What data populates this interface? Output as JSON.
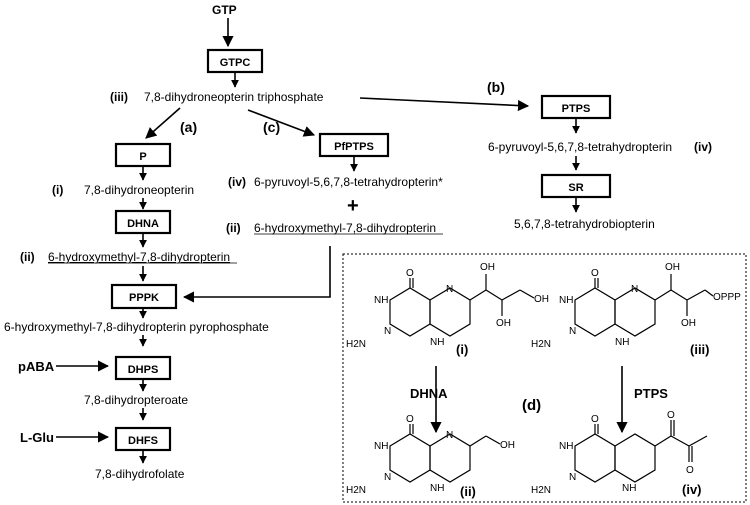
{
  "pathway": {
    "gtp": "GTP",
    "gtpc": "GTPC",
    "iii_roman": "(iii)",
    "iii_name": "7,8-dihydroneopterin triphosphate",
    "a_label": "(a)",
    "b_label": "(b)",
    "c_label": "(c)",
    "p_box": "P",
    "i_roman": "(i)",
    "i_name": "7,8-dihydroneopterin",
    "dhna_box": "DHNA",
    "ii_roman": "(ii)",
    "ii_name": "6-hydroxymethyl-7,8-dihydropterin",
    "pppk_box": "PPPK",
    "pppk_product": "6-hydroxymethyl-7,8-dihydropterin pyrophosphate",
    "paba": "pABA",
    "dhps_box": "DHPS",
    "dhps_product": "7,8-dihydropteroate",
    "lglu": "L-Glu",
    "dhfs_box": "DHFS",
    "dhfs_product": "7,8-dihydrofolate",
    "pfptps_box": "PfPTPS",
    "c_iv_roman": "(iv)",
    "c_iv_name": "6-pyruvoyl-5,6,7,8-tetrahydropterin*",
    "plus": "+",
    "c_ii_roman": "(ii)",
    "c_ii_name": "6-hydroxymethyl-7,8-dihydropterin",
    "ptps_box": "PTPS",
    "b_iv_name": "6-pyruvoyl-5,6,7,8-tetrahydropterin",
    "b_iv_roman": "(iv)",
    "sr_box": "SR",
    "sr_product": "5,6,7,8-tetrahydrobiopterin"
  },
  "structures": {
    "d_label": "(d)",
    "dhna_enzyme": "DHNA",
    "ptps_enzyme": "PTPS",
    "roman_i": "(i)",
    "roman_iii": "(iii)",
    "roman_ii": "(ii)",
    "roman_iv": "(iv)",
    "atom_o": "O",
    "atom_nh": "NH",
    "atom_n": "N",
    "atom_h2n": "H2N",
    "atom_oh": "OH",
    "atom_oppp": "OPPP"
  }
}
